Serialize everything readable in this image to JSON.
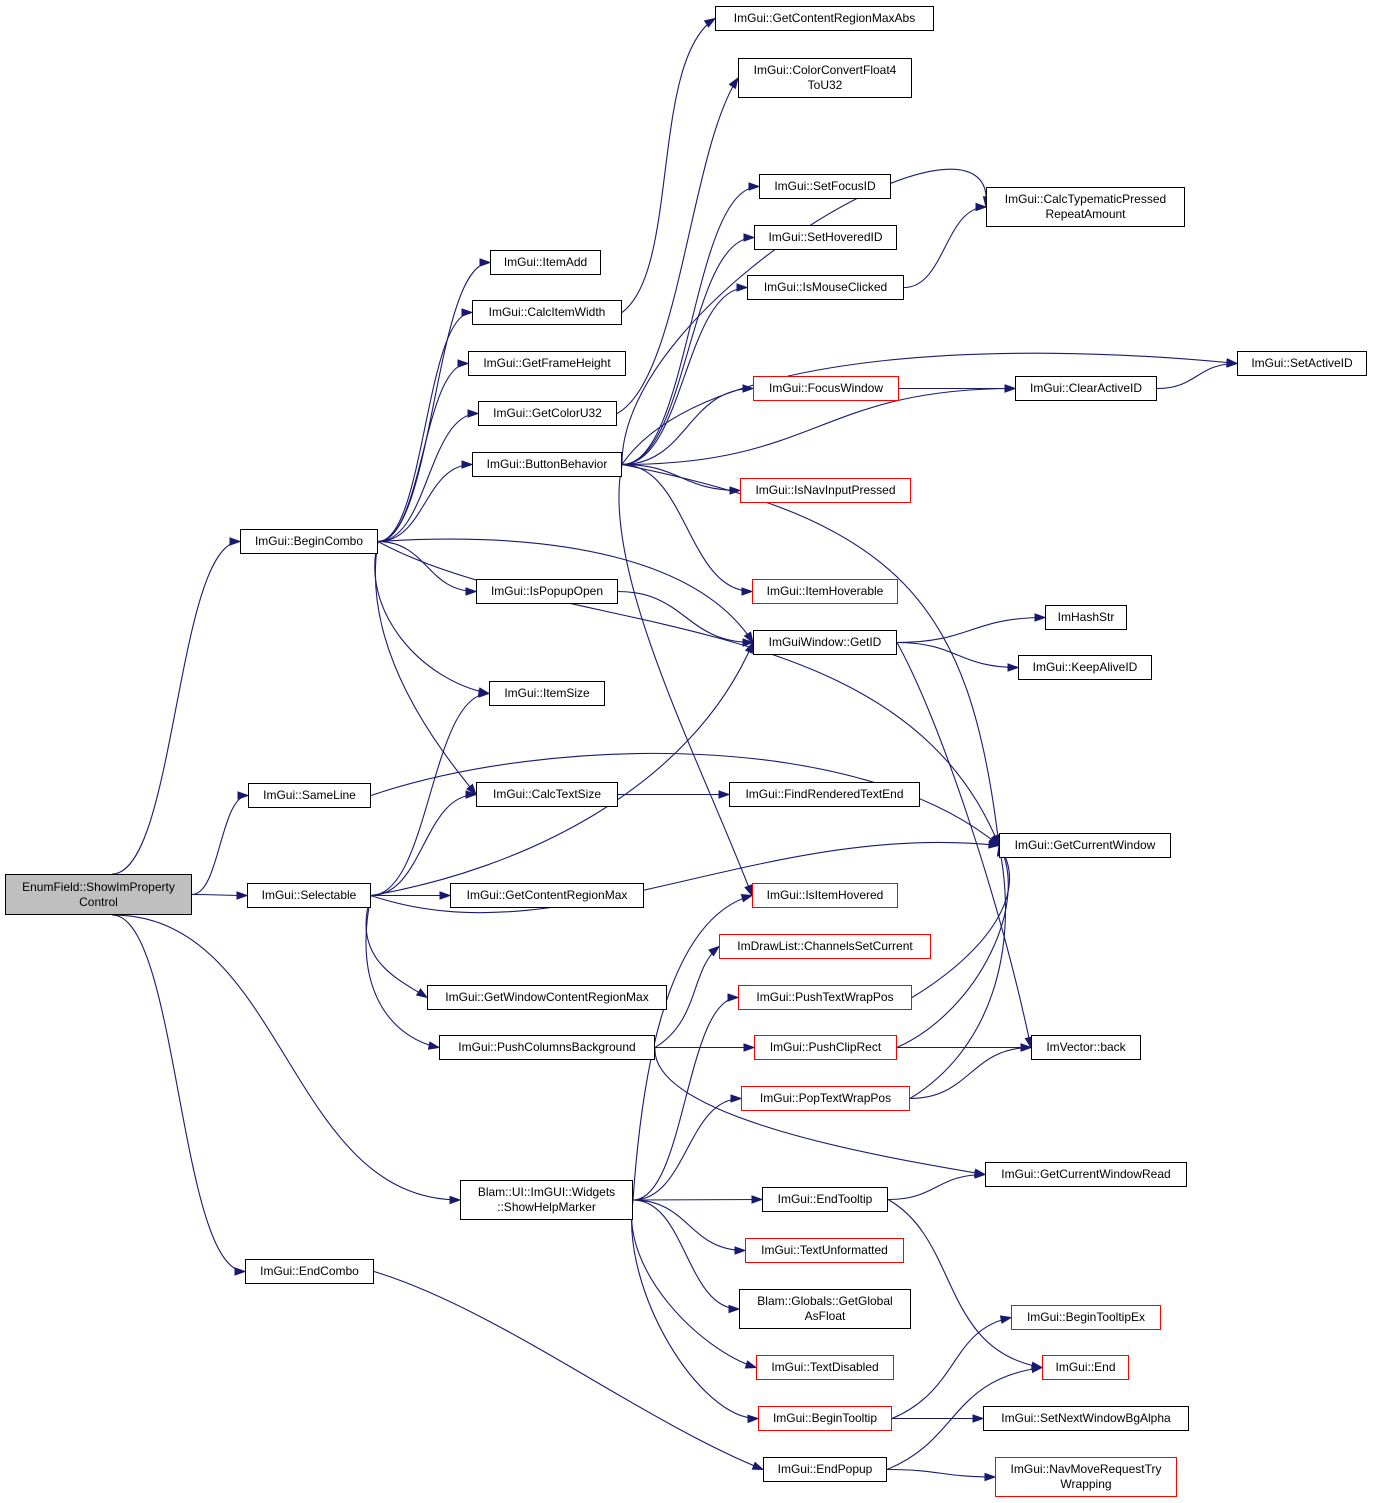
{
  "graph": {
    "root": "EnumField::ShowImProperty\nControl",
    "nodes": [
      {
        "id": "root",
        "label": "EnumField::ShowImProperty\nControl",
        "kind": "root"
      },
      {
        "id": "bc",
        "label": "ImGui::BeginCombo",
        "kind": "normal"
      },
      {
        "id": "sl",
        "label": "ImGui::SameLine",
        "kind": "normal"
      },
      {
        "id": "sel",
        "label": "ImGui::Selectable",
        "kind": "normal"
      },
      {
        "id": "hm",
        "label": "Blam::UI::ImGUI::Widgets\n::ShowHelpMarker",
        "kind": "normal"
      },
      {
        "id": "ec",
        "label": "ImGui::EndCombo",
        "kind": "normal"
      },
      {
        "id": "ia",
        "label": "ImGui::ItemAdd",
        "kind": "normal"
      },
      {
        "id": "ciw",
        "label": "ImGui::CalcItemWidth",
        "kind": "normal"
      },
      {
        "id": "gfh",
        "label": "ImGui::GetFrameHeight",
        "kind": "normal"
      },
      {
        "id": "gcu",
        "label": "ImGui::GetColorU32",
        "kind": "normal"
      },
      {
        "id": "bb",
        "label": "ImGui::ButtonBehavior",
        "kind": "normal"
      },
      {
        "id": "ipo",
        "label": "ImGui::IsPopupOpen",
        "kind": "normal"
      },
      {
        "id": "is",
        "label": "ImGui::ItemSize",
        "kind": "normal"
      },
      {
        "id": "cts",
        "label": "ImGui::CalcTextSize",
        "kind": "normal"
      },
      {
        "id": "gcrm",
        "label": "ImGui::GetContentRegionMax",
        "kind": "normal"
      },
      {
        "id": "gwcrm",
        "label": "ImGui::GetWindowContentRegionMax",
        "kind": "normal"
      },
      {
        "id": "pcb",
        "label": "ImGui::PushColumnsBackground",
        "kind": "normal"
      },
      {
        "id": "gcrma",
        "label": "ImGui::GetContentRegionMaxAbs",
        "kind": "normal"
      },
      {
        "id": "ccf",
        "label": "ImGui::ColorConvertFloat4\nToU32",
        "kind": "normal"
      },
      {
        "id": "sfi",
        "label": "ImGui::SetFocusID",
        "kind": "normal"
      },
      {
        "id": "shi",
        "label": "ImGui::SetHoveredID",
        "kind": "normal"
      },
      {
        "id": "imc",
        "label": "ImGui::IsMouseClicked",
        "kind": "normal"
      },
      {
        "id": "fw",
        "label": "ImGui::FocusWindow",
        "kind": "trunc"
      },
      {
        "id": "inip",
        "label": "ImGui::IsNavInputPressed",
        "kind": "trunc"
      },
      {
        "id": "ih",
        "label": "ImGui::ItemHoverable",
        "kind": "trunc"
      },
      {
        "id": "gid",
        "label": "ImGuiWindow::GetID",
        "kind": "normal"
      },
      {
        "id": "frte",
        "label": "ImGui::FindRenderedTextEnd",
        "kind": "normal"
      },
      {
        "id": "iih",
        "label": "ImGui::IsItemHovered",
        "kind": "trunc"
      },
      {
        "id": "dlc",
        "label": "ImDrawList::ChannelsSetCurrent",
        "kind": "trunc"
      },
      {
        "id": "ptw",
        "label": "ImGui::PushTextWrapPos",
        "kind": "trunc"
      },
      {
        "id": "pcr",
        "label": "ImGui::PushClipRect",
        "kind": "trunc"
      },
      {
        "id": "poptw",
        "label": "ImGui::PopTextWrapPos",
        "kind": "trunc"
      },
      {
        "id": "et",
        "label": "ImGui::EndTooltip",
        "kind": "normal"
      },
      {
        "id": "tu",
        "label": "ImGui::TextUnformatted",
        "kind": "trunc"
      },
      {
        "id": "gga",
        "label": "Blam::Globals::GetGlobal\nAsFloat",
        "kind": "normal"
      },
      {
        "id": "td",
        "label": "ImGui::TextDisabled",
        "kind": "trunc"
      },
      {
        "id": "bt",
        "label": "ImGui::BeginTooltip",
        "kind": "trunc"
      },
      {
        "id": "ep",
        "label": "ImGui::EndPopup",
        "kind": "normal"
      },
      {
        "id": "ctpra",
        "label": "ImGui::CalcTypematicPressed\nRepeatAmount",
        "kind": "normal"
      },
      {
        "id": "cai",
        "label": "ImGui::ClearActiveID",
        "kind": "normal"
      },
      {
        "id": "sai",
        "label": "ImGui::SetActiveID",
        "kind": "normal"
      },
      {
        "id": "hs",
        "label": "ImHashStr",
        "kind": "normal"
      },
      {
        "id": "kai",
        "label": "ImGui::KeepAliveID",
        "kind": "normal"
      },
      {
        "id": "gcw",
        "label": "ImGui::GetCurrentWindow",
        "kind": "normal"
      },
      {
        "id": "vb",
        "label": "ImVector::back",
        "kind": "normal"
      },
      {
        "id": "gcwr",
        "label": "ImGui::GetCurrentWindowRead",
        "kind": "normal"
      },
      {
        "id": "bte",
        "label": "ImGui::BeginTooltipEx",
        "kind": "trunc"
      },
      {
        "id": "end",
        "label": "ImGui::End",
        "kind": "trunc"
      },
      {
        "id": "snwba",
        "label": "ImGui::SetNextWindowBgAlpha",
        "kind": "normal"
      },
      {
        "id": "nmrtw",
        "label": "ImGui::NavMoveRequestTry\nWrapping",
        "kind": "trunc"
      }
    ],
    "edges": [
      [
        "root",
        "bc"
      ],
      [
        "root",
        "sl"
      ],
      [
        "root",
        "sel"
      ],
      [
        "root",
        "hm"
      ],
      [
        "root",
        "ec"
      ],
      [
        "bc",
        "ia"
      ],
      [
        "bc",
        "ciw"
      ],
      [
        "bc",
        "gfh"
      ],
      [
        "bc",
        "gcu"
      ],
      [
        "bc",
        "bb"
      ],
      [
        "bc",
        "ipo"
      ],
      [
        "bc",
        "gid"
      ],
      [
        "bc",
        "gcw"
      ],
      [
        "bc",
        "is"
      ],
      [
        "bc",
        "cts"
      ],
      [
        "sl",
        "gcw"
      ],
      [
        "sel",
        "is"
      ],
      [
        "sel",
        "cts"
      ],
      [
        "sel",
        "gid"
      ],
      [
        "sel",
        "gcw"
      ],
      [
        "sel",
        "gcrm"
      ],
      [
        "sel",
        "gwcrm"
      ],
      [
        "sel",
        "pcb"
      ],
      [
        "ciw",
        "gcrma"
      ],
      [
        "gcu",
        "ccf"
      ],
      [
        "bb",
        "ctpra"
      ],
      [
        "bb",
        "sfi"
      ],
      [
        "bb",
        "shi"
      ],
      [
        "bb",
        "imc"
      ],
      [
        "bb",
        "sai"
      ],
      [
        "bb",
        "fw"
      ],
      [
        "bb",
        "cai"
      ],
      [
        "bb",
        "inip"
      ],
      [
        "bb",
        "ih"
      ],
      [
        "bb",
        "gcw"
      ],
      [
        "bb",
        "iih"
      ],
      [
        "ipo",
        "gid"
      ],
      [
        "cts",
        "frte"
      ],
      [
        "pcb",
        "dlc"
      ],
      [
        "pcb",
        "pcr"
      ],
      [
        "pcb",
        "gcwr"
      ],
      [
        "hm",
        "iih"
      ],
      [
        "hm",
        "ptw"
      ],
      [
        "hm",
        "poptw"
      ],
      [
        "hm",
        "et"
      ],
      [
        "hm",
        "tu"
      ],
      [
        "hm",
        "gga"
      ],
      [
        "hm",
        "td"
      ],
      [
        "hm",
        "bt"
      ],
      [
        "ec",
        "ep"
      ],
      [
        "imc",
        "ctpra"
      ],
      [
        "fw",
        "cai"
      ],
      [
        "cai",
        "sai"
      ],
      [
        "gid",
        "hs"
      ],
      [
        "gid",
        "kai"
      ],
      [
        "gid",
        "vb"
      ],
      [
        "ptw",
        "gcw"
      ],
      [
        "pcr",
        "gcw"
      ],
      [
        "pcr",
        "vb"
      ],
      [
        "poptw",
        "gcw"
      ],
      [
        "poptw",
        "vb"
      ],
      [
        "et",
        "gcwr"
      ],
      [
        "et",
        "end"
      ],
      [
        "bt",
        "bte"
      ],
      [
        "bt",
        "snwba"
      ],
      [
        "ep",
        "end"
      ],
      [
        "ep",
        "nmrtw"
      ]
    ]
  },
  "colors": {
    "edge": "#191970",
    "border": "#000000",
    "truncated_border": "#ff0000",
    "root_fill": "#bfbfbf"
  }
}
